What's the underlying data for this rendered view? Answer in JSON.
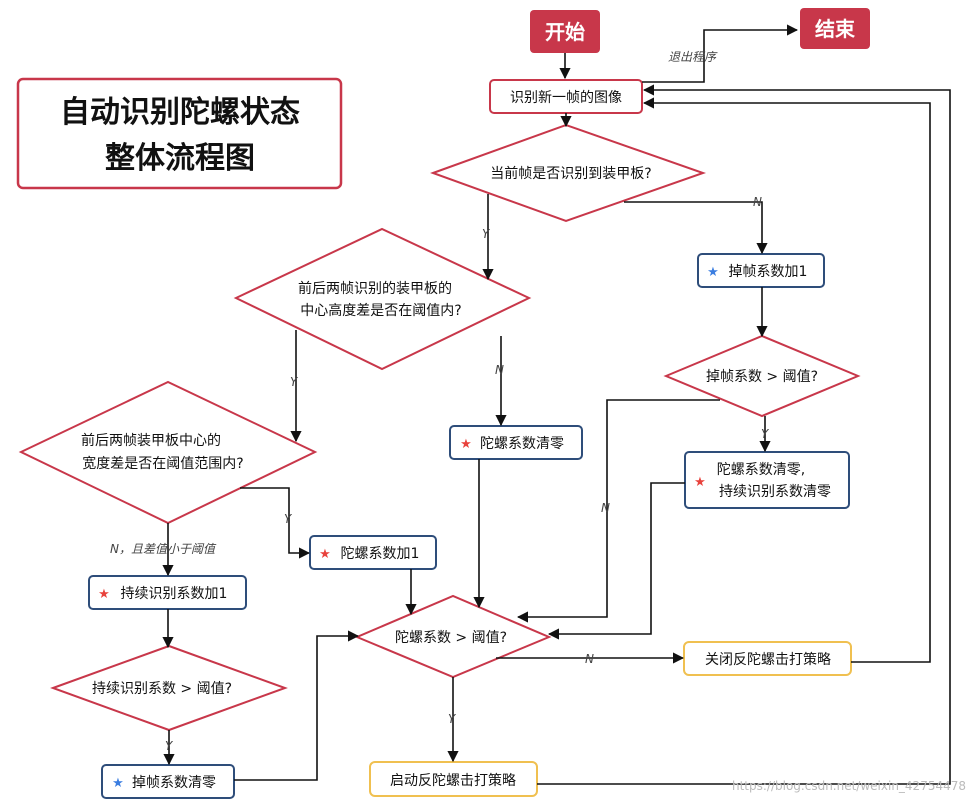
{
  "title": {
    "line1": "自动识别陀螺状态",
    "line2": "整体流程图"
  },
  "terminals": {
    "start": "开始",
    "end": "结束"
  },
  "nodes": {
    "recognize": "识别新一帧的图像",
    "q_armor": "当前帧是否识别到装甲板?",
    "drop_plus": "掉帧系数加1",
    "q_drop": "掉帧系数 > 阈值?",
    "q_height_1": "前后两帧识别的装甲板的",
    "q_height_2": "中心高度差是否在阈值内?",
    "q_width_1": "前后两帧装甲板中心的",
    "q_width_2": "宽度差是否在阈值范围内?",
    "gyro_clear": "陀螺系数清零",
    "gyro_clear_keep_1": "陀螺系数清零,",
    "gyro_clear_keep_2": "持续识别系数清零",
    "gyro_plus": "陀螺系数加1",
    "keep_plus": "持续识别系数加1",
    "q_gyro": "陀螺系数 > 阈值?",
    "close_strategy": "关闭反陀螺击打策略",
    "q_keep": "持续识别系数 > 阈值?",
    "drop_clear": "掉帧系数清零",
    "start_strategy": "启动反陀螺击打策略"
  },
  "edge_labels": {
    "exit": "退出程序",
    "y": "Y",
    "n": "N",
    "n_smaller": "N，且差值小于阈值"
  },
  "watermark": "https://blog.csdn.net/weixin_42754478",
  "colors": {
    "terminal_fill": "#c8374a",
    "red_border": "#c8374a",
    "blue_border": "#2e4d7a",
    "yellow_border": "#f0c050",
    "star_red": "#e8423c",
    "star_blue": "#3a7de0"
  },
  "icons": {
    "red_star": "red-star-icon",
    "blue_star": "blue-star-icon"
  }
}
